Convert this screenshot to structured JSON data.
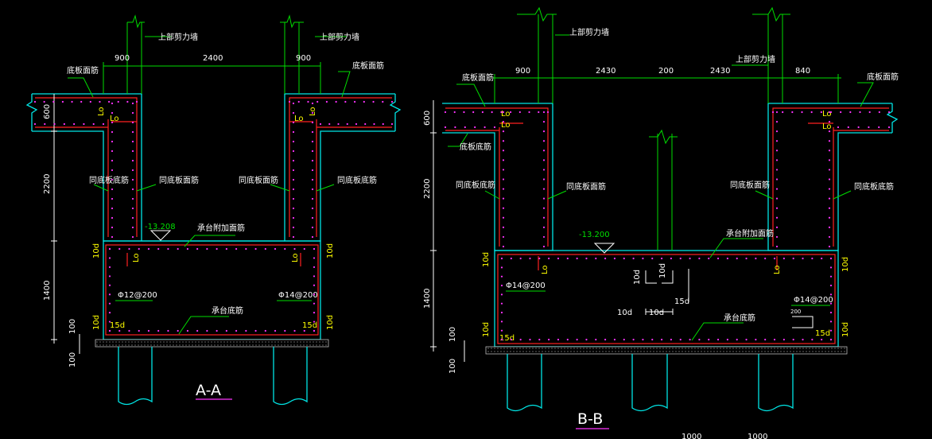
{
  "section_a": {
    "title": "A-A",
    "dims_top": [
      "900",
      "2400",
      "900"
    ],
    "dims_left": [
      "600",
      "2200",
      "1400",
      "100",
      "100"
    ],
    "labels": {
      "wall_left": "上部剪力墙",
      "wall_right": "上部剪力墙",
      "slab_left": "底板面筋",
      "slab_right": "底板面筋",
      "same_left_out": "同底板底筋",
      "same_left_in": "同底板面筋",
      "same_right_in": "同底板面筋",
      "same_right_out": "同底板底筋",
      "cap_top": "承台附加面筋",
      "cap_bottom": "承台底筋"
    },
    "elevation": "-13.208",
    "rebar_left": "Φ12@200",
    "rebar_right": "Φ14@200",
    "lo": "Lo",
    "d10": "10d",
    "d15": "15d"
  },
  "section_b": {
    "title": "B-B",
    "dims_top": [
      "900",
      "2430",
      "200",
      "2430",
      "840"
    ],
    "dims_left": [
      "600",
      "2200",
      "1400",
      "100",
      "100"
    ],
    "labels": {
      "wall_left": "上部剪力墙",
      "wall_right": "上部剪力墙",
      "slab_left": "底板面筋",
      "slab_right": "底板面筋",
      "slab_bottom": "底板底筋",
      "same_left_out": "同底板底筋",
      "same_left_in": "同底板面筋",
      "same_right_in": "同底板面筋",
      "same_right_out": "同底板底筋",
      "cap_top": "承台附加面筋",
      "cap_bottom": "承台底筋"
    },
    "elevation": "-13.200",
    "rebar_left": "Φ14@200",
    "rebar_right": "Φ14@200",
    "lo": "Lo",
    "d10": "10d",
    "d15": "15d",
    "detail_200": "200"
  },
  "bottom_dims": [
    "1000",
    "1000"
  ]
}
